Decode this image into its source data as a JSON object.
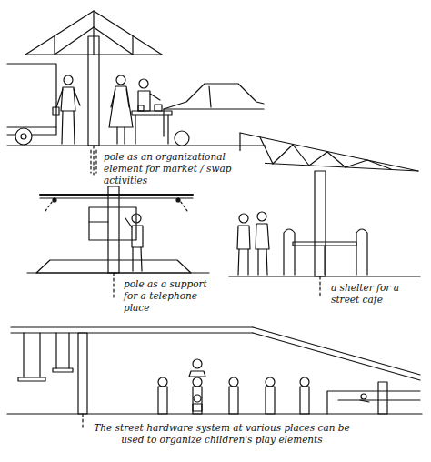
{
  "diagram": {
    "labels": [
      "pole as an organizational element for market / swap activities",
      "pole as a support for a telephone place",
      "a shelter for a street cafe",
      "The street hardware system at various places can be used to organize children's play elements"
    ]
  }
}
